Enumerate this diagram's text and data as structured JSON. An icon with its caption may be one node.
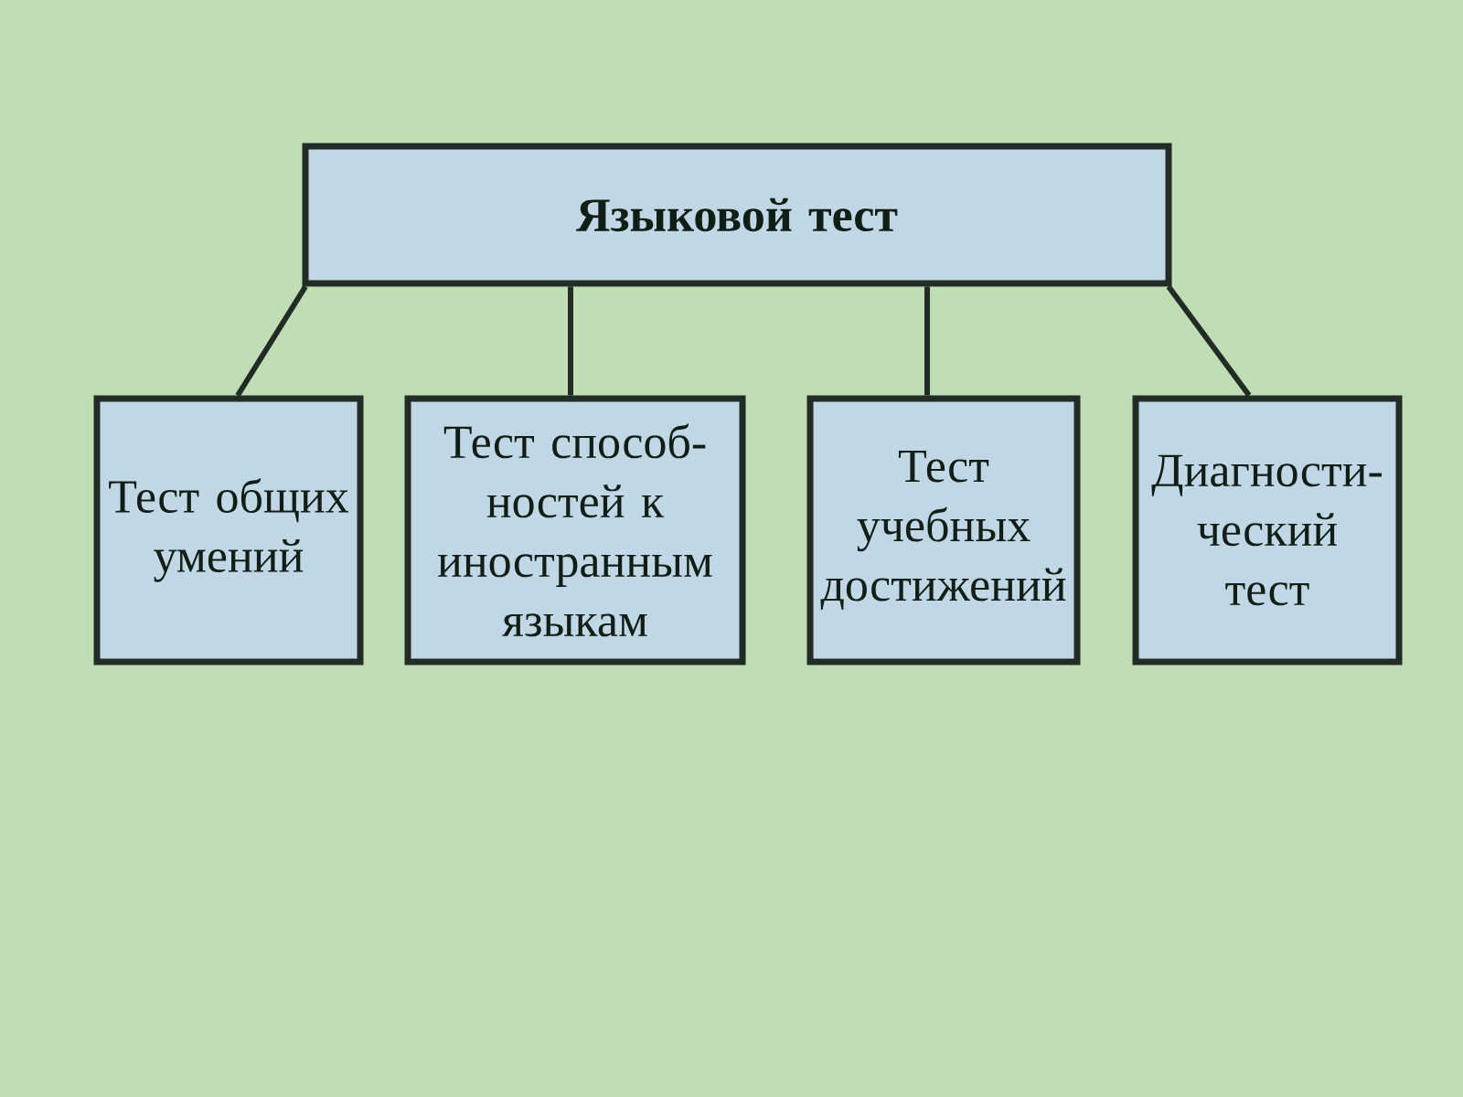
{
  "diagram": {
    "nodes": [
      {
        "text": [
          "Языковой тест"
        ]
      },
      {
        "text": [
          "Тест общих умений"
        ]
      },
      {
        "text": [
          "Тест способ- ностей к иностранным языкам"
        ]
      },
      {
        "text": [
          "Тест учебных достижений"
        ]
      },
      {
        "text": [
          "Диагности- ческий тест"
        ]
      }
    ],
    "edges": [
      {
        "from": 0,
        "to": 1,
        "arrow": "none"
      },
      {
        "from": 0,
        "to": 2,
        "arrow": "none"
      },
      {
        "from": 0,
        "to": 3,
        "arrow": "none"
      },
      {
        "from": 0,
        "to": 4,
        "arrow": "none"
      }
    ]
  }
}
